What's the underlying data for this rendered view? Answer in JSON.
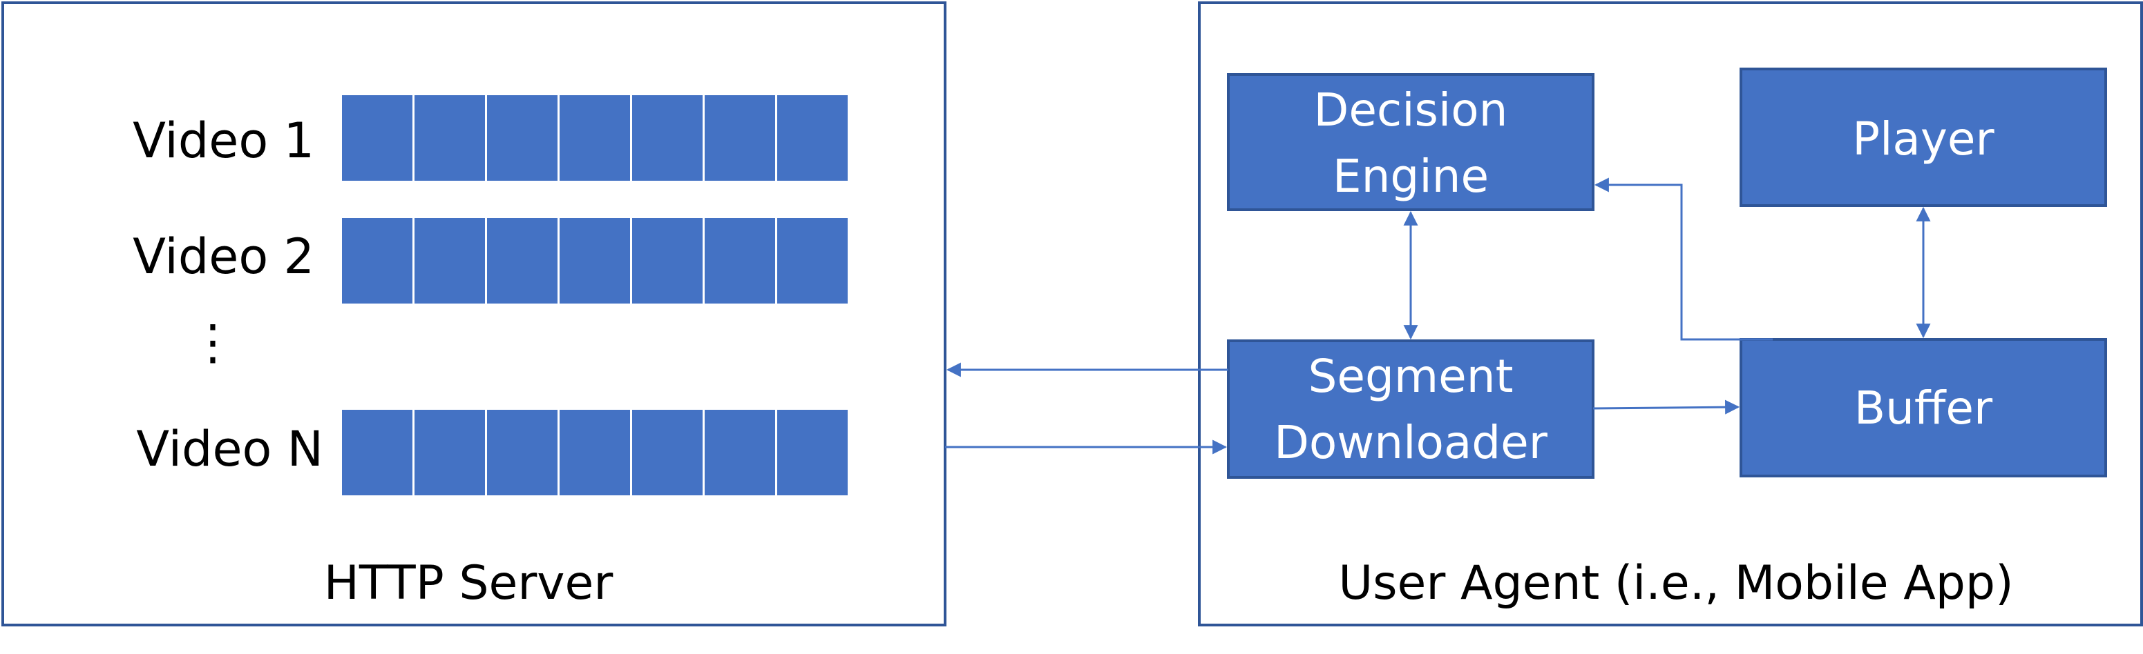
{
  "colors": {
    "accent": "#4472c4",
    "border": "#2f5597",
    "text_dark": "#000000",
    "text_light": "#ffffff"
  },
  "server": {
    "label": "HTTP Server",
    "videos": [
      {
        "label": "Video 1",
        "segments": 7
      },
      {
        "label": "Video 2",
        "segments": 7
      },
      {
        "label": "Video N",
        "segments": 7
      }
    ],
    "ellipsis": "⋮"
  },
  "agent": {
    "label": "User Agent (i.e., Mobile App)",
    "decision_engine": {
      "line1": "Decision",
      "line2": "Engine"
    },
    "player": {
      "label": "Player"
    },
    "segment_downloader": {
      "line1": "Segment",
      "line2": "Downloader"
    },
    "buffer": {
      "label": "Buffer"
    }
  }
}
